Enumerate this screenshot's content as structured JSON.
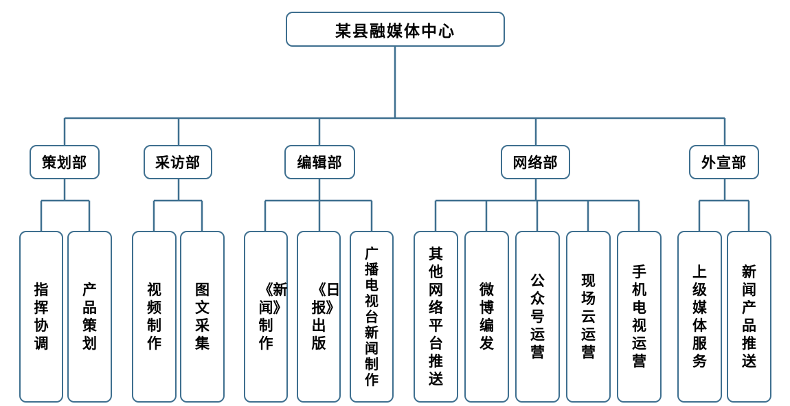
{
  "root": "某县融媒体中心",
  "departments": [
    {
      "name": "策划部",
      "tasks": [
        "指挥协调",
        "产品策划"
      ]
    },
    {
      "name": "采访部",
      "tasks": [
        "视频制作",
        "图文采集"
      ]
    },
    {
      "name": "编辑部",
      "tasks": [
        "《新闻》制作",
        "《日报》出版",
        "广播电视台新闻制作"
      ]
    },
    {
      "name": "网络部",
      "tasks": [
        "其他网络平台推送",
        "微博编发",
        "公众号运营",
        "现场云运营",
        "手机电视运营"
      ]
    },
    {
      "name": "外宣部",
      "tasks": [
        "上级媒体服务",
        "新闻产品推送"
      ]
    }
  ],
  "colors": {
    "line": "#3e6f8f",
    "border": "#3e6f8f",
    "text": "#000000"
  }
}
